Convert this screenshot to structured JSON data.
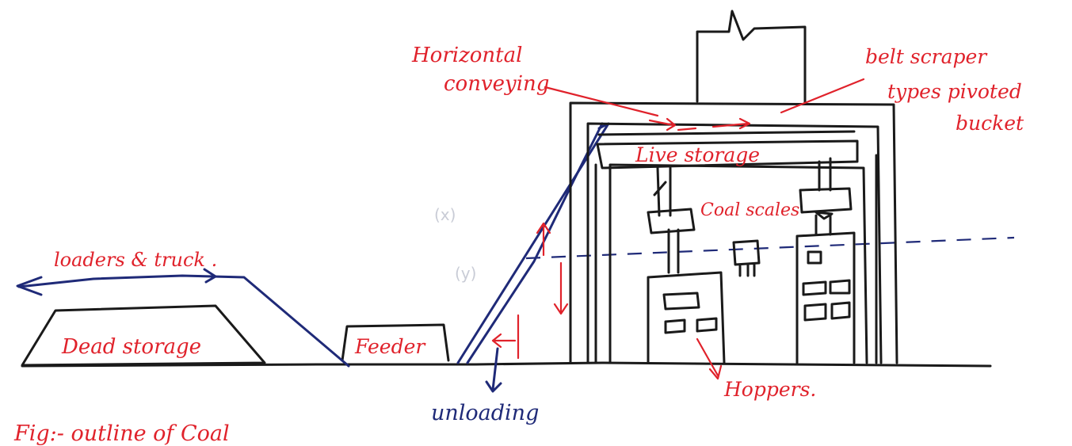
{
  "labels": {
    "horizontal_conveying_1": "Horizontal",
    "horizontal_conveying_2": "conveying",
    "belt_line1": "belt scraper",
    "belt_line2": "types pivoted",
    "belt_line3": "bucket",
    "live_storage": "Live storage",
    "coal_scales": "Coal scales",
    "loaders_truck": "loaders & truck .",
    "dead_storage": "Dead storage",
    "feeder": "Feeder",
    "unloading": "unloading",
    "hoppers": "Hoppers.",
    "caption": "Fig:- outline of Coal"
  },
  "faint_marks": {
    "mark_1": "(x)",
    "mark_2": "(y)"
  },
  "colors": {
    "red_ink": "#e0222b",
    "blue_ink": "#1f2a78",
    "black_ink": "#1a1a1a"
  }
}
